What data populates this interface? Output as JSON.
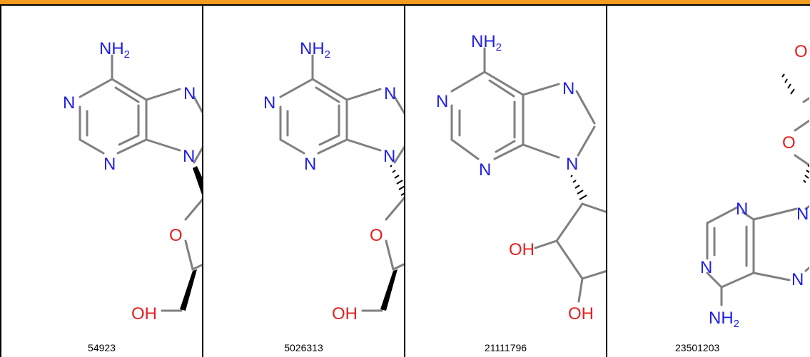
{
  "compounds": [
    {
      "id": "54923",
      "amine_label": "NH",
      "amine_sub": "2",
      "ring_n1": "N",
      "ring_n2": "N",
      "ring_n3": "N",
      "ring_n4": "N",
      "ring_o": "O",
      "hydroxyl": "OH"
    },
    {
      "id": "5026313",
      "amine_label": "NH",
      "amine_sub": "2",
      "ring_n1": "N",
      "ring_n2": "N",
      "ring_n3": "N",
      "ring_n4": "N",
      "ring_o": "O",
      "hydroxyl": "OH"
    },
    {
      "id": "21111796",
      "amine_label": "NH",
      "amine_sub": "2",
      "ring_n1": "N",
      "ring_n2": "N",
      "ring_n3": "N",
      "ring_n4": "N",
      "hydroxyl_1": "OH",
      "hydroxyl_2": "OH"
    },
    {
      "id": "23501203",
      "top_label": "OI",
      "ring_o": "O",
      "ring_n1": "N",
      "ring_n2": "N",
      "ring_n3": "N",
      "ring_n4": "N",
      "amine_label": "NH",
      "amine_sub": "2"
    }
  ],
  "colors": {
    "header_bar": "#f39c1f",
    "nitrogen": "#1f1fe6",
    "oxygen": "#e61f1f",
    "bond": "#808080"
  }
}
